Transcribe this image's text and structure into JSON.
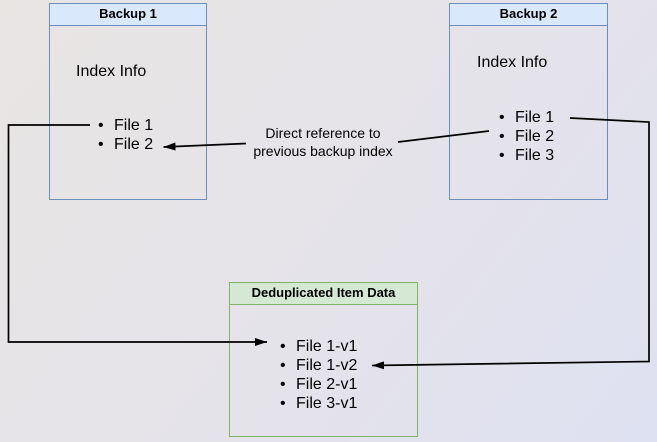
{
  "diagram": {
    "backup1": {
      "title": "Backup 1",
      "subtitle": "Index Info",
      "files": [
        "File 1",
        "File 2"
      ]
    },
    "backup2": {
      "title": "Backup 2",
      "subtitle": "Index Info",
      "files": [
        "File 1",
        "File 2",
        "File 3"
      ]
    },
    "dedup": {
      "title": "Deduplicated Item Data",
      "items": [
        "File 1-v1",
        "File 1-v2",
        "File 2-v1",
        "File 3-v1"
      ]
    },
    "annotation": {
      "line1": "Direct reference to",
      "line2": "previous backup index"
    },
    "colors": {
      "backup_header_fill": "#dae8fc",
      "backup_border": "#6c8ebf",
      "dedup_header_fill": "#d5e8d4",
      "dedup_border": "#82b366",
      "connector": "#000000"
    }
  }
}
